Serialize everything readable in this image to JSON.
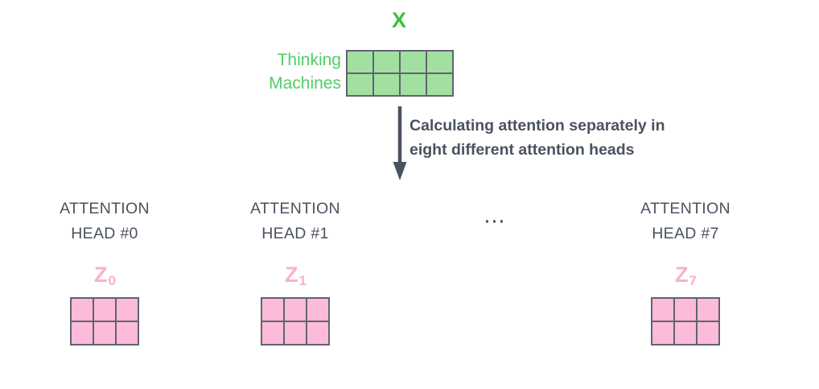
{
  "diagram": {
    "title_symbol": "X",
    "input": {
      "words": [
        "Thinking",
        "Machines"
      ],
      "matrix": {
        "rows": 2,
        "cols": 4,
        "fill_color": "#a2e0a0",
        "border_color": "#5f6472"
      }
    },
    "flow": {
      "arrow_icon": "down-arrow-icon",
      "caption_lines": [
        "Calculating attention separately in",
        "eight different attention heads"
      ]
    },
    "ellipsis": "···",
    "heads": [
      {
        "title_line1": "ATTENTION",
        "title_line2": "HEAD #0",
        "output_symbol": "Z",
        "output_subscript": "0",
        "matrix": {
          "rows": 2,
          "cols": 3,
          "fill_color": "#fcbbd9",
          "border_color": "#5f6472"
        }
      },
      {
        "title_line1": "ATTENTION",
        "title_line2": "HEAD #1",
        "output_symbol": "Z",
        "output_subscript": "1",
        "matrix": {
          "rows": 2,
          "cols": 3,
          "fill_color": "#fcbbd9",
          "border_color": "#5f6472"
        }
      },
      {
        "title_line1": "ATTENTION",
        "title_line2": "HEAD #7",
        "output_symbol": "Z",
        "output_subscript": "7",
        "matrix": {
          "rows": 2,
          "cols": 3,
          "fill_color": "#fcbbd9",
          "border_color": "#5f6472"
        }
      }
    ],
    "colors": {
      "green_symbol": "#3cc13c",
      "green_word": "#4fce65",
      "green_cell": "#a2e0a0",
      "pink_symbol": "#f9b0ce",
      "pink_cell": "#fcbbd9",
      "ink": "#4a5260",
      "stroke": "#5f6472",
      "background": "#ffffff"
    }
  }
}
